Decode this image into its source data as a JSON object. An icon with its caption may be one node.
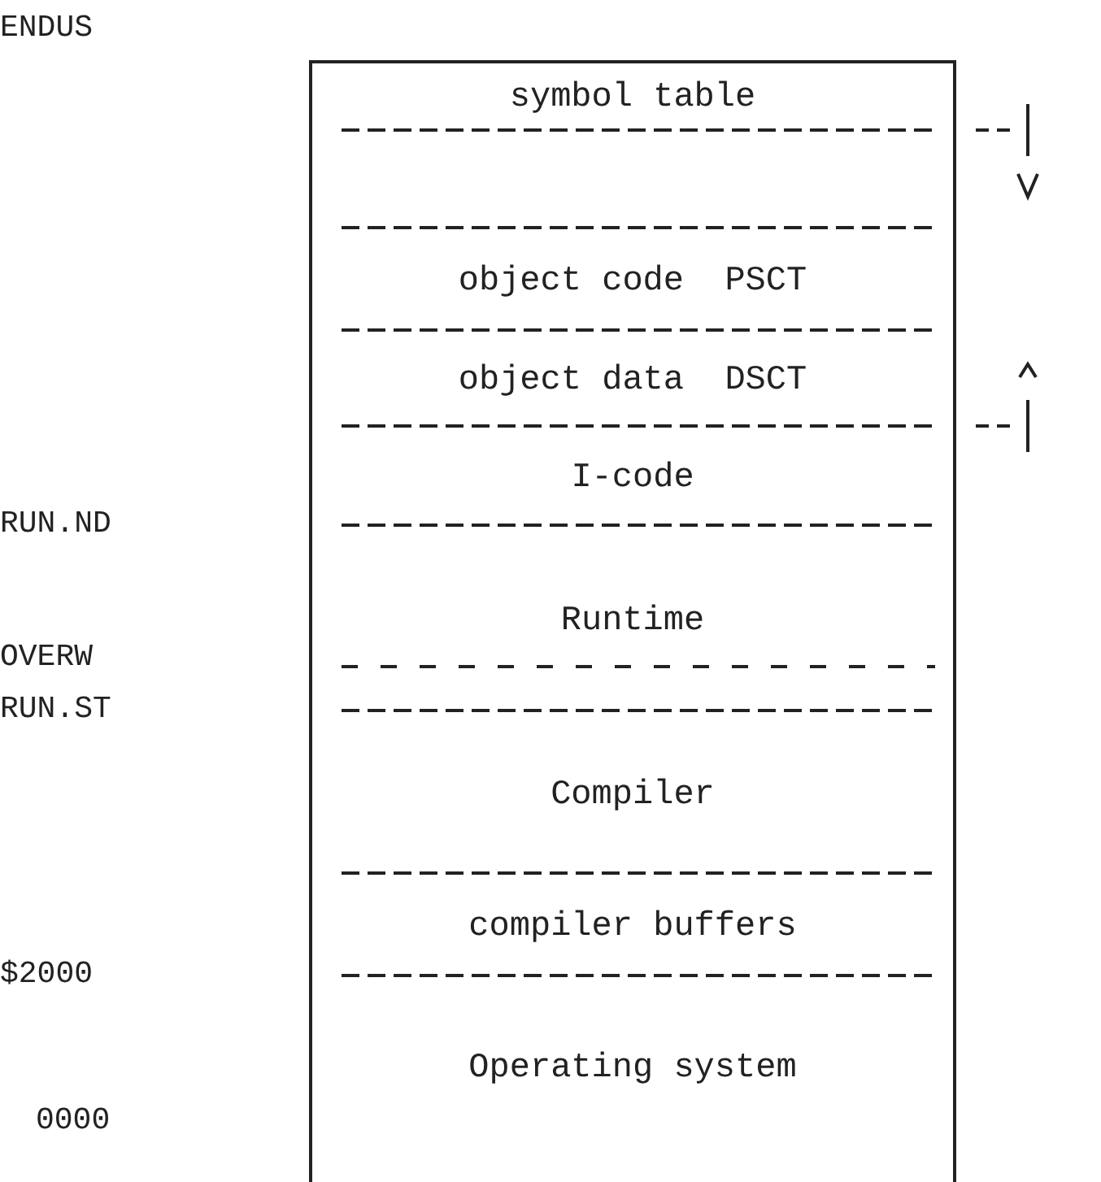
{
  "diagram": {
    "nodes": [
      {
        "text": [
          "symbol table"
        ]
      },
      {
        "text": [
          "object code  PSCT"
        ]
      },
      {
        "text": [
          "object data  DSCT"
        ]
      },
      {
        "text": [
          "I-code"
        ]
      },
      {
        "text": [
          "Runtime"
        ]
      },
      {
        "text": [
          "Compiler"
        ]
      },
      {
        "text": [
          "compiler buffers"
        ]
      },
      {
        "text": [
          "Operating system"
        ]
      }
    ],
    "edges": [],
    "labels": [
      "ENDUS",
      "RUN.ND",
      "OVERW",
      "RUN.ST",
      "$2000",
      "0000"
    ]
  }
}
